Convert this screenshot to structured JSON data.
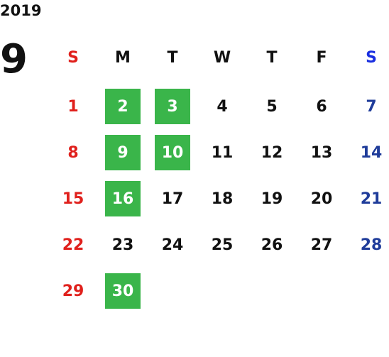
{
  "calendar": {
    "year": "2019",
    "month": "9",
    "weekdays": [
      "S",
      "M",
      "T",
      "W",
      "T",
      "F",
      "S"
    ],
    "weeks": [
      [
        "1",
        "2",
        "3",
        "4",
        "5",
        "6",
        "7"
      ],
      [
        "8",
        "9",
        "10",
        "11",
        "12",
        "13",
        "14"
      ],
      [
        "15",
        "16",
        "17",
        "18",
        "19",
        "20",
        "21"
      ],
      [
        "22",
        "23",
        "24",
        "25",
        "26",
        "27",
        "28"
      ],
      [
        "29",
        "30",
        "",
        "",
        "",
        "",
        ""
      ]
    ],
    "highlighted_days": [
      "2",
      "3",
      "9",
      "10",
      "16",
      "30"
    ],
    "colors": {
      "sunday": "#e0201c",
      "saturday": "#1f3c9a",
      "saturday_header": "#1a2fe0",
      "highlight": "#3ab54a"
    }
  }
}
